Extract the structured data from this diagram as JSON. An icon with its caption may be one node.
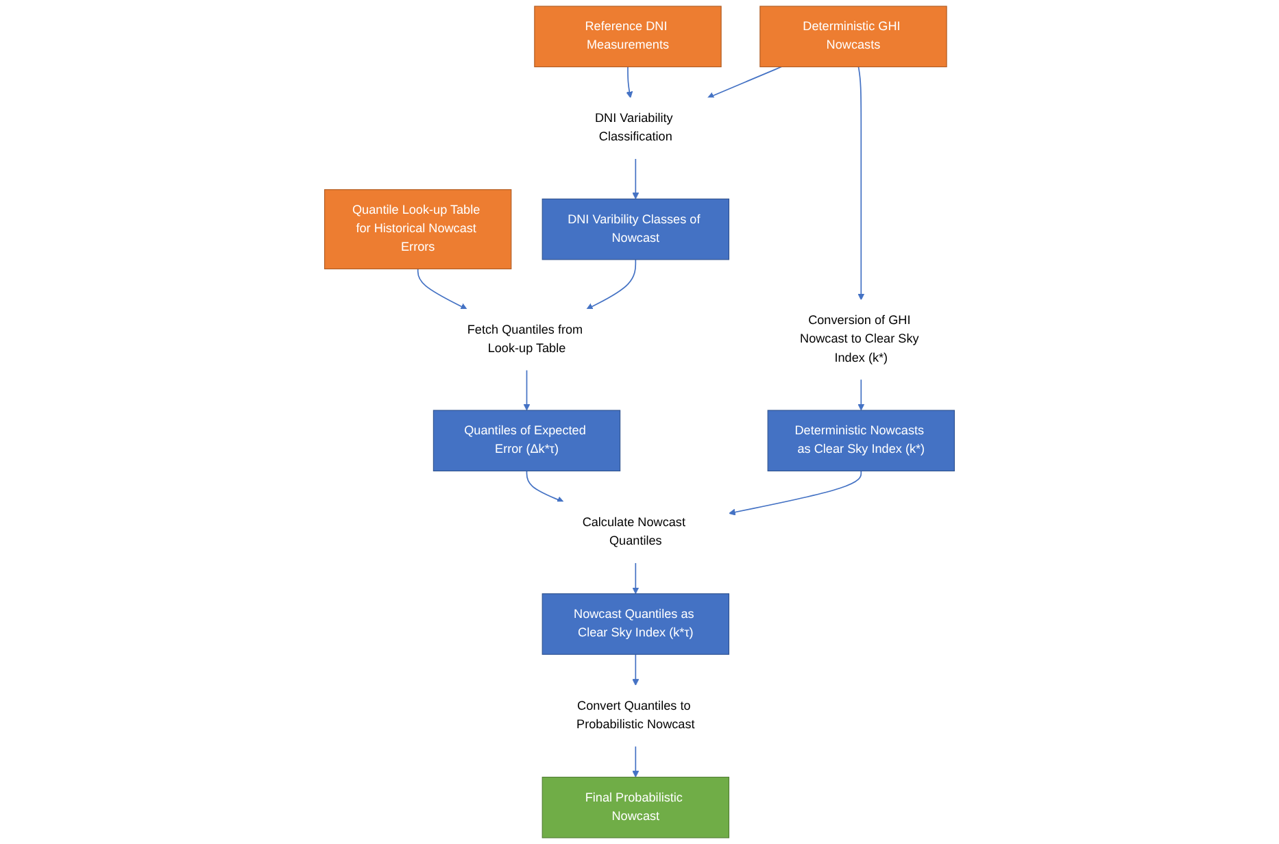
{
  "diagram": {
    "nodes": [
      {
        "text": [
          "Quantile Look-up Table for Historical Nowcast Errors"
        ]
      },
      {
        "text": [
          "Reference DNI Measurements"
        ]
      },
      {
        "text": [
          "Deterministic GHI Nowcasts"
        ]
      },
      {
        "text": [
          "DNI Variability Classification"
        ]
      },
      {
        "text": [
          "Conversion of GHI Nowcast to Clear Sky Index (k*)"
        ]
      },
      {
        "text": [
          "Fetch Quantiles from Look-up Table"
        ]
      },
      {
        "text": [
          "DNI Varibility Classes of Nowcast"
        ]
      },
      {
        "text": [
          "Deterministic Nowcasts as Clear Sky Index (k*)"
        ]
      },
      {
        "text": [
          "Quantiles of Expected Error (Δk*τ)"
        ]
      },
      {
        "text": [
          "Calculate Nowcast Quantiles"
        ]
      },
      {
        "text": [
          "Nowcast Quantiles as Clear Sky Index (k*τ)"
        ]
      },
      {
        "text": [
          "Convert Quantiles to Probabilistic Nowcast"
        ]
      },
      {
        "text": [
          "Final Probabilistic Nowcast"
        ]
      }
    ],
    "edges": [
      {
        "from": 0,
        "to": 5,
        "arrow": "to"
      },
      {
        "from": 1,
        "to": 3,
        "arrow": "to"
      },
      {
        "from": 2,
        "to": 3,
        "arrow": "to"
      },
      {
        "from": 2,
        "to": 4,
        "arrow": "to"
      },
      {
        "from": 3,
        "to": 6,
        "arrow": "to"
      },
      {
        "from": 4,
        "to": 7,
        "arrow": "to"
      },
      {
        "from": 6,
        "to": 5,
        "arrow": "to"
      },
      {
        "from": 5,
        "to": 8,
        "arrow": "to"
      },
      {
        "from": 8,
        "to": 9,
        "arrow": "to"
      },
      {
        "from": 7,
        "to": 9,
        "arrow": "to"
      },
      {
        "from": 9,
        "to": 10,
        "arrow": "to"
      },
      {
        "from": 10,
        "to": 11,
        "arrow": "to"
      },
      {
        "from": 11,
        "to": 12,
        "arrow": "to"
      }
    ]
  }
}
